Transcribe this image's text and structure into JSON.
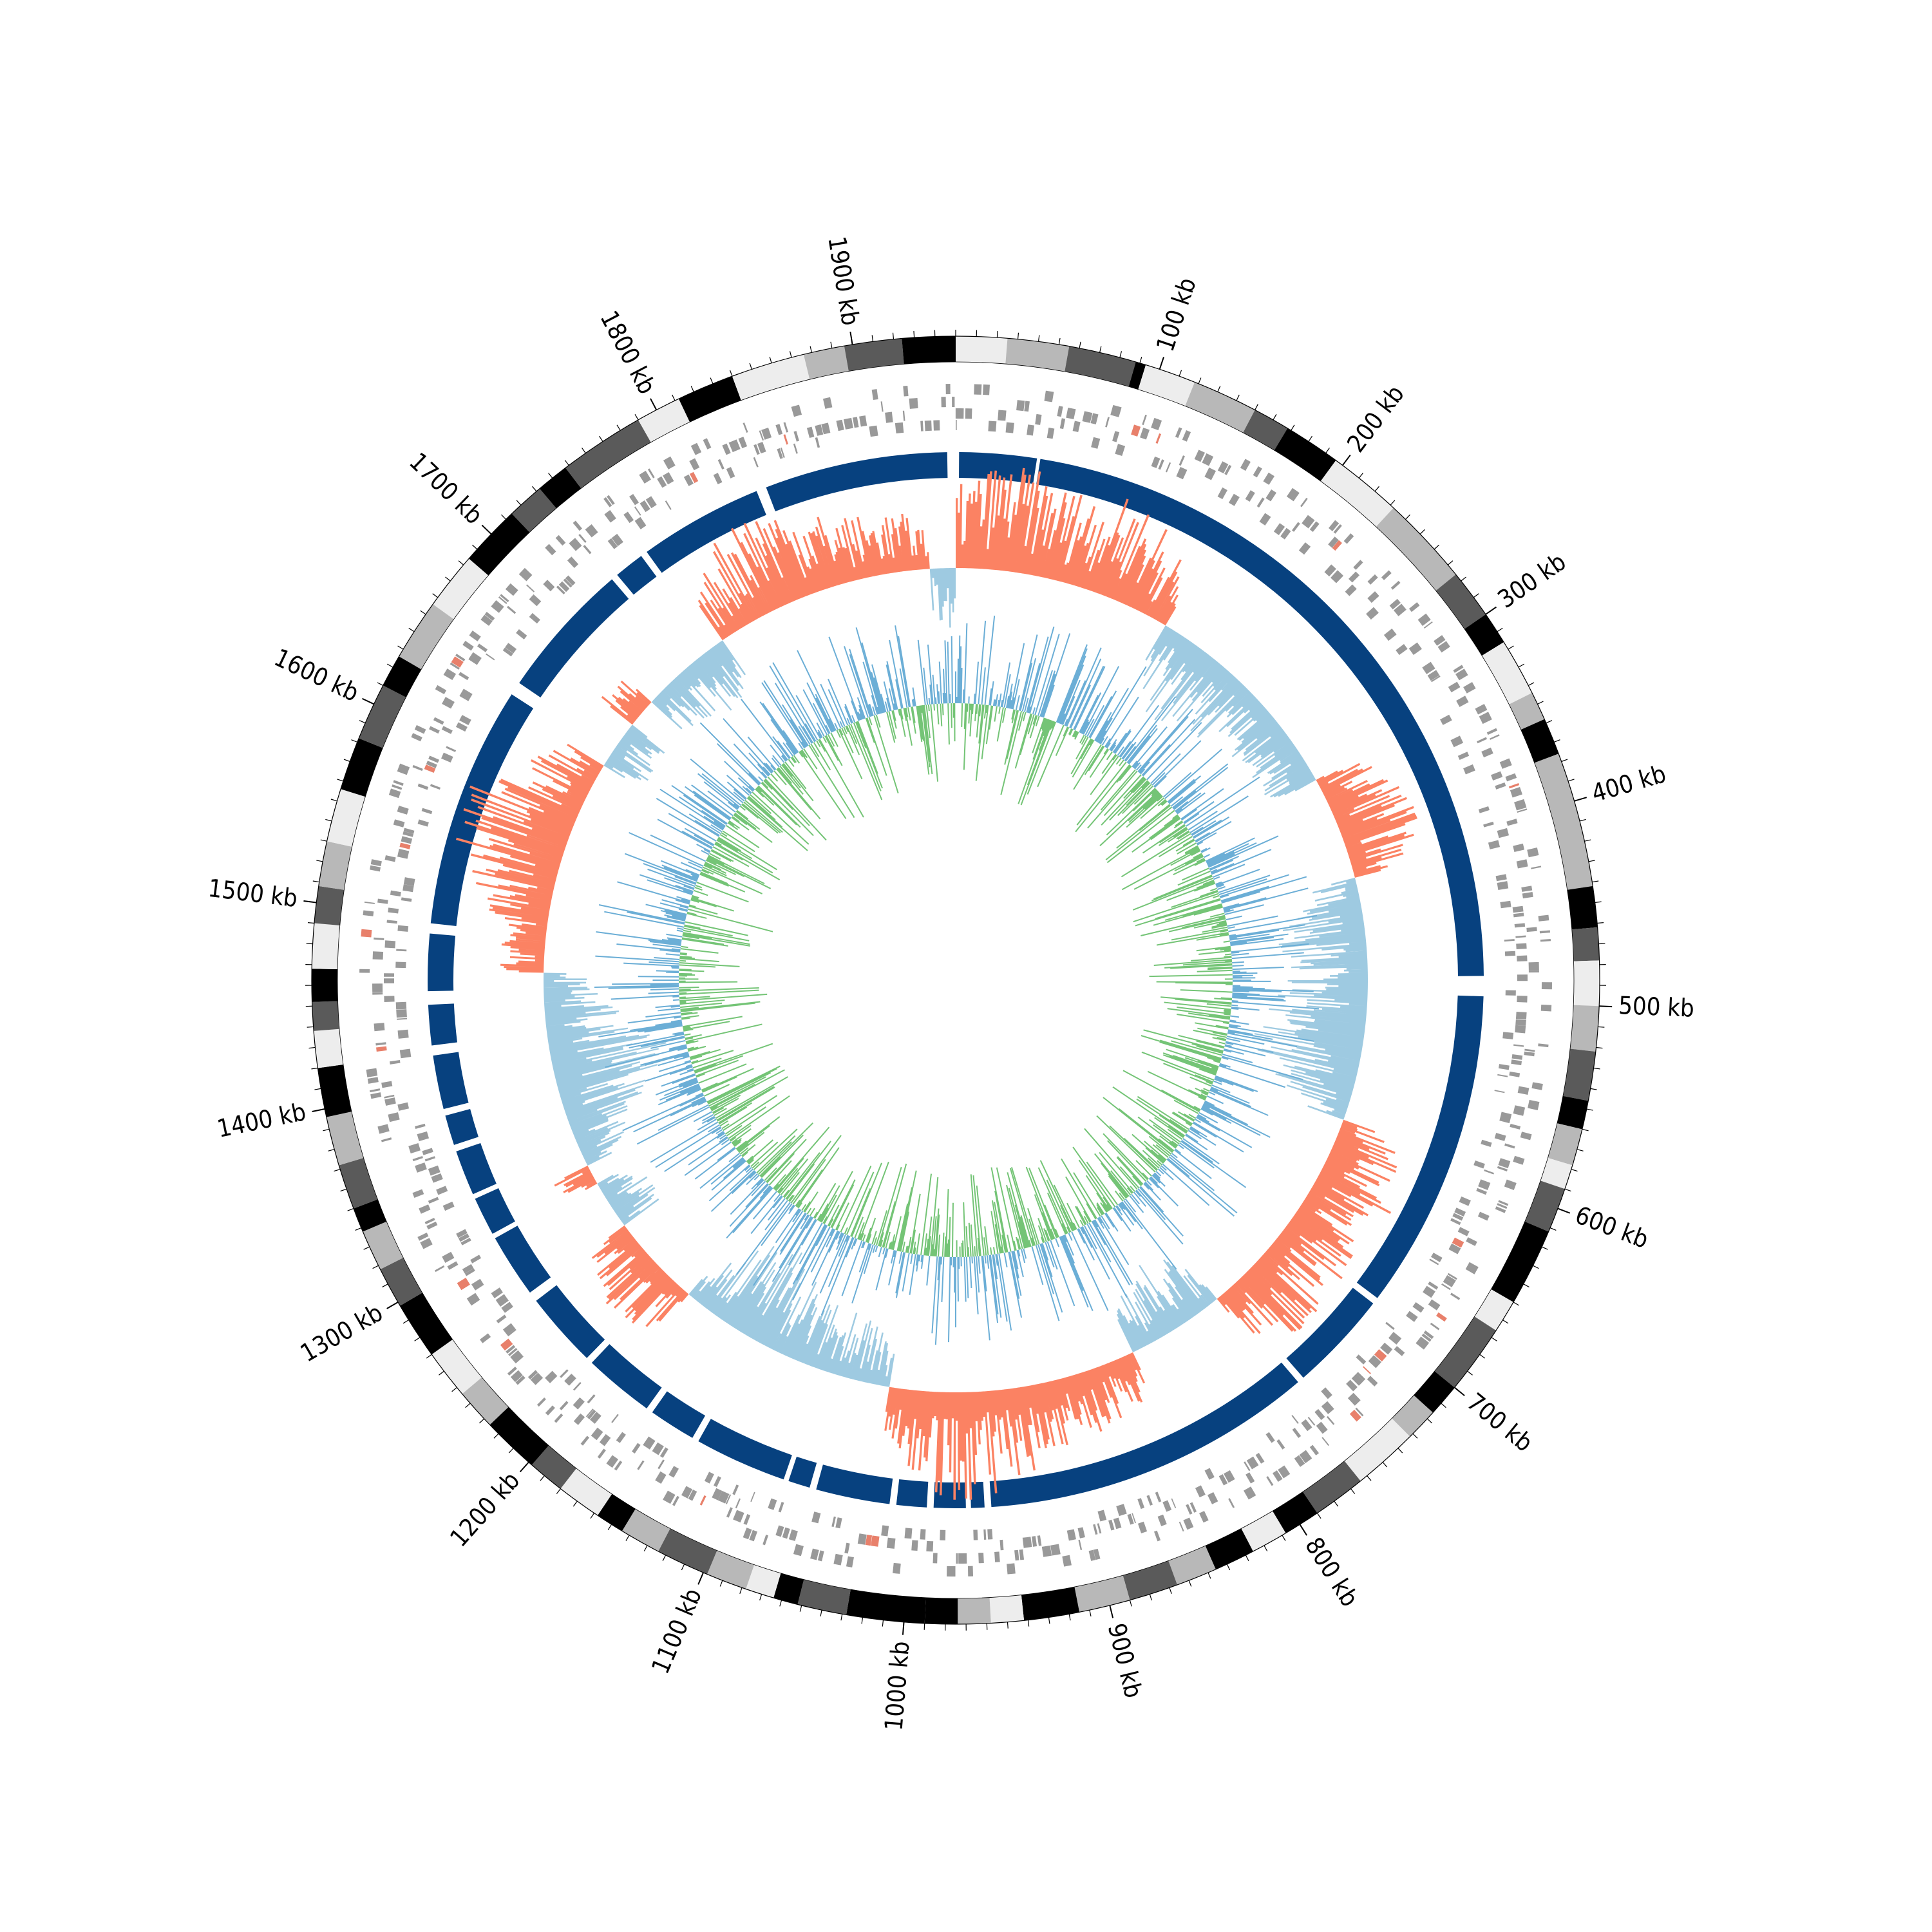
{
  "genome": {
    "length_kb": 1950,
    "tick_labels": [
      "100 kb",
      "200 kb",
      "300 kb",
      "400 kb",
      "500 kb",
      "600 kb",
      "700 kb",
      "800 kb",
      "900 kb",
      "1000 kb",
      "1100 kb",
      "1200 kb",
      "1300 kb",
      "1400 kb",
      "1500 kb",
      "1600 kb",
      "1700 kb",
      "1800 kb",
      "1900 kb"
    ],
    "tick_positions_kb": [
      100,
      200,
      300,
      400,
      500,
      600,
      700,
      800,
      900,
      1000,
      1100,
      1200,
      1300,
      1400,
      1500,
      1600,
      1700,
      1800,
      1900
    ],
    "minor_tick_step_kb": 10
  },
  "tracks": {
    "bands": {
      "colors": [
        "#000000",
        "#5a5a5a",
        "#b8b8b8",
        "#ededed"
      ],
      "segments": [
        [
          0,
          25,
          3
        ],
        [
          25,
          55,
          2
        ],
        [
          55,
          88,
          1
        ],
        [
          88,
          93,
          0
        ],
        [
          93,
          118,
          3
        ],
        [
          118,
          150,
          2
        ],
        [
          150,
          168,
          1
        ],
        [
          168,
          196,
          0
        ],
        [
          196,
          232,
          3
        ],
        [
          232,
          276,
          2
        ],
        [
          276,
          300,
          1
        ],
        [
          300,
          316,
          0
        ],
        [
          316,
          344,
          3
        ],
        [
          344,
          358,
          2
        ],
        [
          358,
          376,
          0
        ],
        [
          376,
          442,
          2
        ],
        [
          442,
          462,
          0
        ],
        [
          462,
          478,
          1
        ],
        [
          478,
          500,
          3
        ],
        [
          500,
          522,
          2
        ],
        [
          522,
          546,
          1
        ],
        [
          546,
          560,
          0
        ],
        [
          560,
          578,
          2
        ],
        [
          578,
          590,
          3
        ],
        [
          590,
          612,
          1
        ],
        [
          612,
          650,
          0
        ],
        [
          650,
          666,
          3
        ],
        [
          666,
          700,
          1
        ],
        [
          700,
          716,
          0
        ],
        [
          716,
          732,
          2
        ],
        [
          732,
          764,
          3
        ],
        [
          764,
          790,
          1
        ],
        [
          790,
          808,
          0
        ],
        [
          808,
          826,
          3
        ],
        [
          826,
          846,
          0
        ],
        [
          846,
          866,
          2
        ],
        [
          866,
          890,
          1
        ],
        [
          890,
          915,
          2
        ],
        [
          915,
          942,
          0
        ],
        [
          942,
          958,
          3
        ],
        [
          958,
          974,
          2
        ],
        [
          974,
          990,
          0
        ],
        [
          990,
          1028,
          0
        ],
        [
          1028,
          1052,
          1
        ],
        [
          1052,
          1064,
          0
        ],
        [
          1064,
          1078,
          3
        ],
        [
          1078,
          1098,
          2
        ],
        [
          1098,
          1124,
          1
        ],
        [
          1124,
          1144,
          2
        ],
        [
          1144,
          1158,
          0
        ],
        [
          1158,
          1180,
          3
        ],
        [
          1180,
          1198,
          1
        ],
        [
          1198,
          1226,
          0
        ],
        [
          1226,
          1246,
          2
        ],
        [
          1246,
          1270,
          3
        ],
        [
          1270,
          1298,
          0
        ],
        [
          1298,
          1318,
          1
        ],
        [
          1318,
          1338,
          2
        ],
        [
          1338,
          1350,
          0
        ],
        [
          1350,
          1372,
          1
        ],
        [
          1372,
          1396,
          2
        ],
        [
          1396,
          1420,
          0
        ],
        [
          1420,
          1438,
          3
        ],
        [
          1438,
          1452,
          1
        ],
        [
          1452,
          1468,
          0
        ],
        [
          1468,
          1490,
          3
        ],
        [
          1490,
          1508,
          1
        ],
        [
          1508,
          1530,
          2
        ],
        [
          1530,
          1556,
          3
        ],
        [
          1556,
          1582,
          0
        ],
        [
          1582,
          1610,
          1
        ],
        [
          1610,
          1626,
          0
        ],
        [
          1626,
          1656,
          2
        ],
        [
          1656,
          1684,
          3
        ],
        [
          1684,
          1714,
          0
        ],
        [
          1714,
          1732,
          1
        ],
        [
          1732,
          1748,
          0
        ],
        [
          1748,
          1790,
          1
        ],
        [
          1790,
          1812,
          3
        ],
        [
          1812,
          1840,
          0
        ],
        [
          1840,
          1876,
          3
        ],
        [
          1876,
          1896,
          2
        ],
        [
          1896,
          1924,
          1
        ],
        [
          1924,
          1950,
          0
        ]
      ]
    },
    "genes": {
      "color": "#999999",
      "highlight_color": "#e8806b"
    },
    "core_blocks": {
      "color": "#07417f",
      "segments": [
        [
          2,
          48
        ],
        [
          50,
          485
        ],
        [
          497,
          688
        ],
        [
          692,
          752
        ],
        [
          756,
          954
        ],
        [
          958,
          966
        ],
        [
          969,
          988
        ],
        [
          992,
          1010
        ],
        [
          1014,
          1058
        ],
        [
          1062,
          1075
        ],
        [
          1078,
          1133
        ],
        [
          1137,
          1165
        ],
        [
          1169,
          1211
        ],
        [
          1215,
          1260
        ],
        [
          1266,
          1304
        ],
        [
          1307,
          1330
        ],
        [
          1333,
          1360
        ],
        [
          1364,
          1382
        ],
        [
          1386,
          1418
        ],
        [
          1424,
          1448
        ],
        [
          1456,
          1490
        ],
        [
          1496,
          1640
        ],
        [
          1648,
          1730
        ],
        [
          1734,
          1752
        ],
        [
          1756,
          1830
        ],
        [
          1836,
          1945
        ]
      ]
    },
    "gc_skew": {
      "positive_color": "#fb8263",
      "negative_color": "#9ecae1"
    },
    "gc_content": {
      "above_color": "#6baed6",
      "below_color": "#74c476"
    }
  }
}
